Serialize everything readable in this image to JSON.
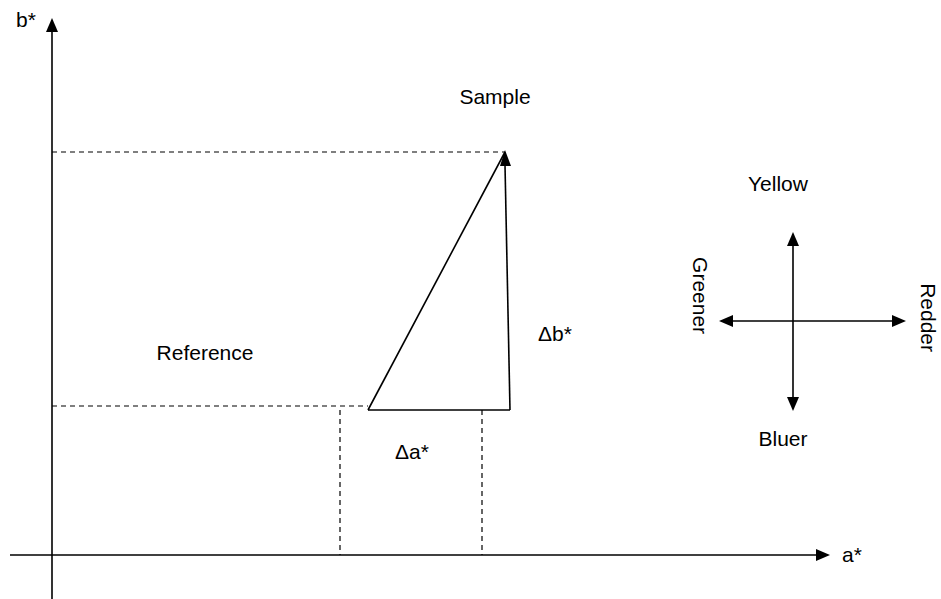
{
  "diagram": {
    "labels": [
      "b*",
      "Sample",
      "Yellow",
      "Δb*",
      "Greener",
      "Redder",
      "Reference",
      "Δa*",
      "Bluer",
      "a*"
    ]
  }
}
